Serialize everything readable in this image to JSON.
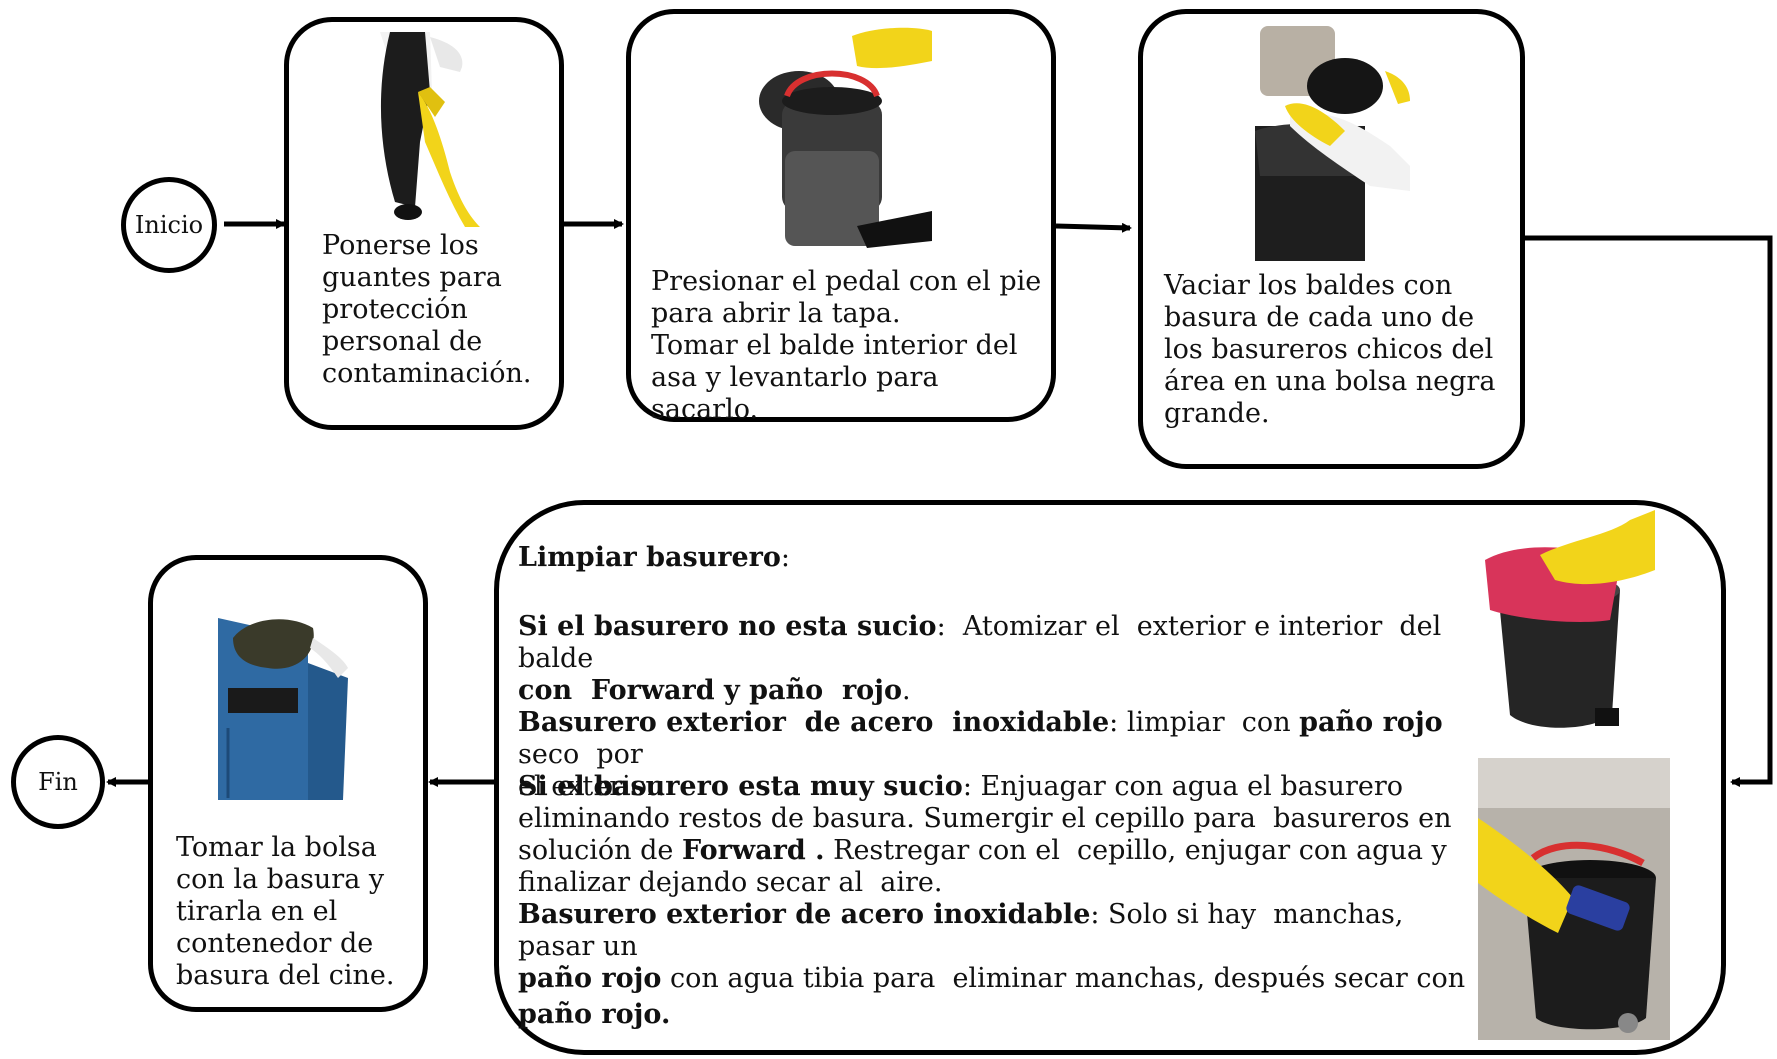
{
  "nodes": {
    "start": "Inicio",
    "end": "Fin"
  },
  "steps": {
    "gloves": "Ponerse los\nguantes para\nprotección\npersonal de\ncontaminación.",
    "pedal": "Presionar el pedal con el pie\npara  abrir la tapa.\nTomar el balde  interior del\nasa y  levantarlo para  sacarlo.",
    "empty": "Vaciar los baldes con\nbasura de cada uno  de\nlos basureros  chicos del\nárea en  una bolsa negra\ngrande.",
    "dispose": "Tomar la  bolsa\ncon la  basura y\ntirarla en el\ncontenedor  de\nbasura  del cine."
  },
  "clean": {
    "title": "Limpiar basurero",
    "title_colon": ":",
    "not_dirty_label": "Si el basurero no esta sucio",
    "not_dirty_text": ":  Atomizar el  exterior e interior  del balde",
    "not_dirty_bold2": "con  Forward y paño  rojo",
    "not_dirty_end": ".",
    "steel1_label": "Basurero exterior  de acero  inoxidable",
    "steel1_text": ": limpiar  con ",
    "steel1_bold": "paño rojo",
    "steel1_text2": " seco  por",
    "steel1_line2": "el exterior.",
    "very_dirty_label": "Si el basurero esta muy sucio",
    "very_dirty_text": ": Enjuagar con agua el basurero",
    "very_dirty_line2": "eliminando restos de basura. Sumergir el cepillo para  basureros en",
    "very_dirty_line3a": "solución de ",
    "very_dirty_line3b": "Forward .",
    "very_dirty_line3c": " Restregar con el  cepillo, enjugar con agua y",
    "very_dirty_line4": "finalizar dejando secar al  aire.",
    "steel2_label": "Basurero exterior de acero inoxidable",
    "steel2_text": ": Solo si hay  manchas, pasar un",
    "steel2_line2a": "paño rojo",
    "steel2_line2b": " con agua tibia para  eliminar manchas, después secar con",
    "steel2_line3a": "paño rojo",
    "steel2_line3b": "."
  },
  "colors": {
    "glove_yellow": "#f2d41a",
    "cloth_red": "#d8345a",
    "bin_black": "#1c1c1c",
    "container_blue": "#2f6aa3"
  }
}
